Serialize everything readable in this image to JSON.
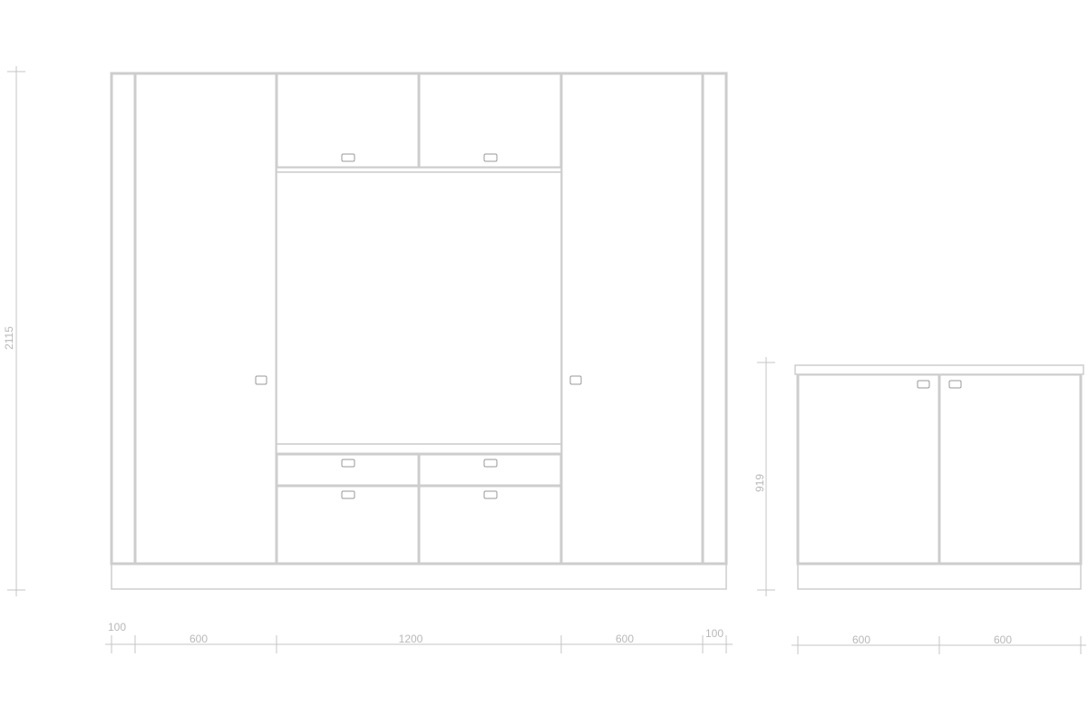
{
  "wall_unit": {
    "height_label": "2115",
    "widths": {
      "left_end": "100",
      "left_tall": "600",
      "center": "1200",
      "right_tall": "600",
      "right_end": "100"
    }
  },
  "base_cabinet": {
    "height_label": "919",
    "widths": {
      "left": "600",
      "right": "600"
    }
  },
  "colors": {
    "line": "#cdcdcd",
    "dimension": "#c4c4c4",
    "text": "#b8b8b8"
  }
}
